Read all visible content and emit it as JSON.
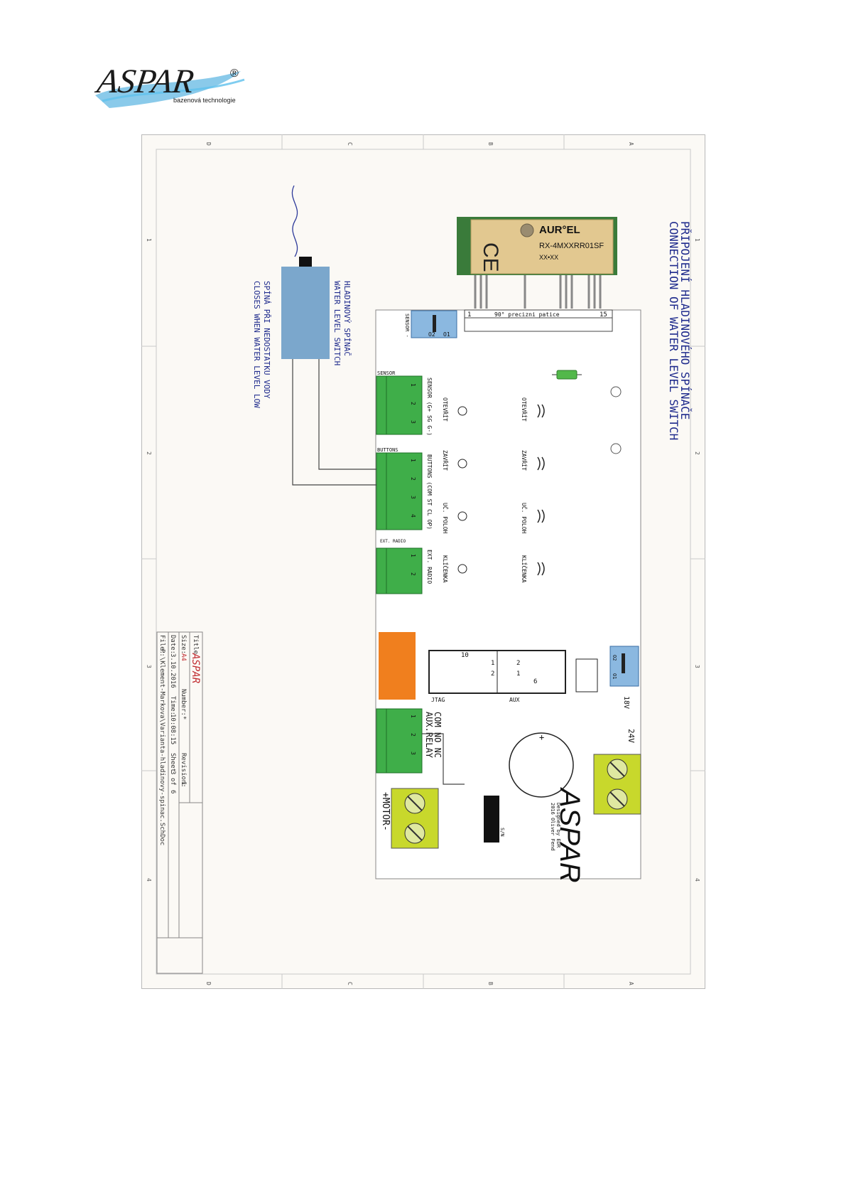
{
  "logo": {
    "brand": "ASPAR",
    "registered": "®",
    "tagline": "bazenová technologie",
    "colors": {
      "text": "#1a1a1a",
      "swoosh": "#2a9fd8"
    }
  },
  "frame": {
    "letters": [
      "D",
      "C",
      "B",
      "A"
    ],
    "numbers": [
      "1",
      "2",
      "3",
      "4"
    ]
  },
  "heading": {
    "line1": "PŘIPOJENÍ HLADINOVÉHO SPÍNAČE",
    "line2": "CONNECTION OF WATER LEVEL SWITCH",
    "color": "#1e2a8c"
  },
  "level_switch": {
    "label_line1": "HLADINOVÝ SPÍNAČ",
    "label_line2": "WATER LEVEL SWITCH",
    "note_line1": "SPÍNÁ PŘI NEDOSTATKU VODY",
    "note_line2": "CLOSES WHEN WATER LEVEL LOW",
    "body_color": "#7ba7cc"
  },
  "receiver": {
    "brand": "AUR°EL",
    "model": "RX-4MXXRR01SF",
    "code": "XX•XX",
    "mark": "CE",
    "socket_label": "90° precizni patice",
    "pin_first": "1",
    "pin_last": "15"
  },
  "board": {
    "sensor_jumper": {
      "label": "SENSOR -",
      "pin1": "O1",
      "pin2": "O2"
    },
    "sensor": {
      "header": "SENSOR",
      "desc": "SENSOR (G+ SG G-)",
      "pins": [
        "1",
        "2",
        "3"
      ]
    },
    "buttons": {
      "header": "BUTTONS",
      "desc": "BUTTONS (COM ST CL OP)",
      "pins": [
        "1",
        "2",
        "3",
        "4"
      ]
    },
    "ext_radio": {
      "header": "EXT. RADIO",
      "desc": "EXT. RADIO",
      "pins": [
        "1",
        "2"
      ]
    },
    "button_labels": [
      "OTEVŘÍT",
      "ZAVŘÍT",
      "UČ. POLOH",
      "KLÍČENKA"
    ],
    "led_labels": [
      "OTEVŘÍT",
      "ZAVŘÍT",
      "UČ. POLOH",
      "KLÍČENKA"
    ],
    "jtag": {
      "label": "JTAG",
      "count": "10",
      "pin1": "1",
      "pin2": "2"
    },
    "aux": {
      "label": "AUX",
      "count": "6",
      "pin1": "1",
      "pin2": "2"
    },
    "power_jumper": {
      "label": "18V",
      "pin1": "O1",
      "pin2": "O2"
    },
    "power_terminal": {
      "label": "24V"
    },
    "aux_relay": {
      "label": "AUX.RELAY",
      "desc": "COM NO NC",
      "pins": [
        "1",
        "2",
        "3"
      ]
    },
    "motor": {
      "label": "+MOTOR-"
    },
    "serial": "S/N",
    "brand_mark": "ASPAR",
    "designer_line1": "Designed by EDR",
    "designer_line2": "2016 Oliver Fend",
    "cap_plus": "+",
    "colors": {
      "terminal_green": "#3fae49",
      "screw_terminal": "#c8d82c",
      "jumper_blue": "#8bb8e0",
      "orange": "#f07f1e"
    }
  },
  "title_block": {
    "title_label": "Title",
    "title": "ASPAR",
    "size_label": "Size:",
    "size": "A4",
    "number_label": "Number:*",
    "revision_label": "Revision:",
    "revision": "1",
    "date_label": "Date:",
    "date": "3.10.2016",
    "time_label": "Time:",
    "time": "10:08:15",
    "sheet_label": "Sheet",
    "sheet": "3",
    "of_label": "of",
    "sheets": "6",
    "file_label": "File:",
    "file": "P:\\Klement-Markova\\Varianta-hladinovy-spinac.SchDoc",
    "title_color": "#c0282d"
  }
}
